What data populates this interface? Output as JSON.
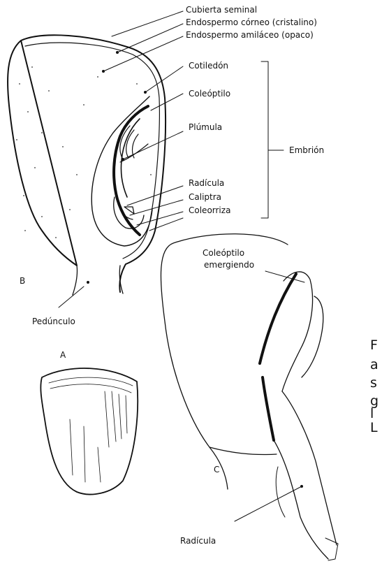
{
  "labels": {
    "cubierta_seminal": "Cubierta seminal",
    "endospermo_corneo": "Endospermo córneo (cristalino)",
    "endospermo_amilaceo": "Endospermo amiláceo (opaco)",
    "cotiledon": "Cotiledón",
    "coleoptilo": "Coleóptilo",
    "plumula": "Plúmula",
    "radicula": "Radícula",
    "caliptra": "Caliptra",
    "coleorriza": "Coleorriza",
    "embrion": "Embrión",
    "panel_b": "B",
    "pedunculo": "Pedúnculo",
    "panel_a": "A",
    "coleoptilo_emergiendo_1": "Coleóptilo",
    "coleoptilo_emergiendo_2": "emergiendo",
    "panel_c": "C",
    "radicula_c": "Radícula"
  },
  "cutoff_text": [
    "F",
    "a",
    "s",
    "g",
    "l",
    "L"
  ]
}
